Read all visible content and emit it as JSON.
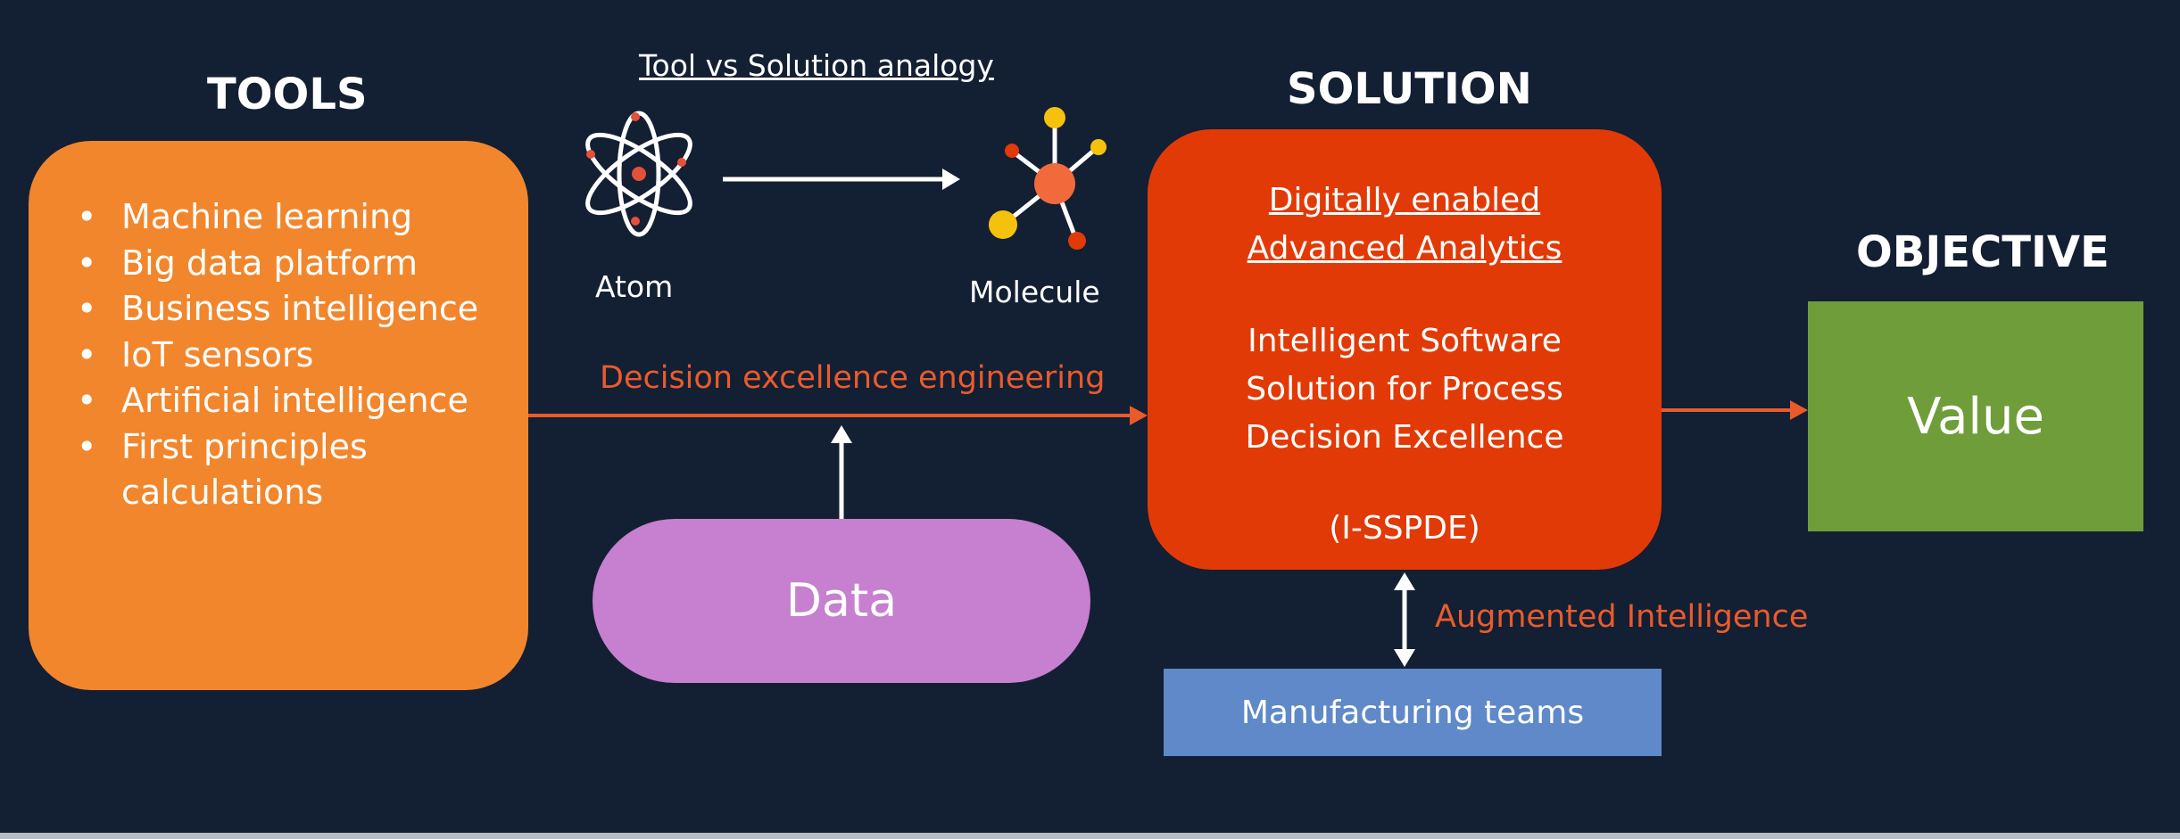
{
  "headings": {
    "tools": "TOOLS",
    "solution": "SOLUTION",
    "objective": "OBJECTIVE"
  },
  "analogy": {
    "title": "Tool vs Solution analogy",
    "atom_label": "Atom",
    "molecule_label": "Molecule"
  },
  "tools": {
    "items": [
      "Machine learning",
      "Big data platform",
      "Business intelligence",
      "IoT sensors",
      "Artificial intelligence",
      "First principles"
    ],
    "last_item_continuation": "calculations"
  },
  "solution": {
    "headline_line1": "Digitally enabled",
    "headline_line2": "Advanced Analytics",
    "desc_line1": "Intelligent Software",
    "desc_line2": "Solution for Process",
    "desc_line3": "Decision Excellence",
    "abbreviation": "(I-SSPDE)"
  },
  "objective": {
    "value": "Value"
  },
  "data_node": {
    "label": "Data"
  },
  "manufacturing": {
    "label": "Manufacturing teams"
  },
  "connectors": {
    "decision_label": "Decision excellence engineering",
    "augmented_label": "Augmented Intelligence"
  },
  "colors": {
    "background": "#131f33",
    "tools_box": "#f2862c",
    "solution_box": "#e23a06",
    "value_box": "#6f9d3a",
    "data_pill": "#c77fcf",
    "manufacturing_box": "#5f89c9",
    "connector_orange": "#ea5b2c",
    "arrow_white": "#ffffff"
  },
  "icons": {
    "atom": "atom-icon",
    "molecule": "molecule-icon"
  }
}
